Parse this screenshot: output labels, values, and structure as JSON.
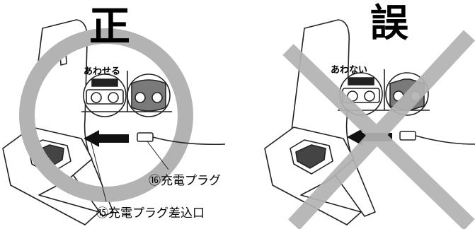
{
  "correct": {
    "title": "正",
    "match_label": "あわせる"
  },
  "wrong": {
    "title": "誤",
    "match_label": "あわない"
  },
  "callouts": {
    "plug": "⑯充電プラグ",
    "port": "⑮充電プラグ差込口"
  },
  "colors": {
    "ok_ring": "#b3b3b3",
    "ng_cross": "#b3b3b3",
    "outline": "#222222",
    "socket_fill": "#7a7a7a"
  }
}
